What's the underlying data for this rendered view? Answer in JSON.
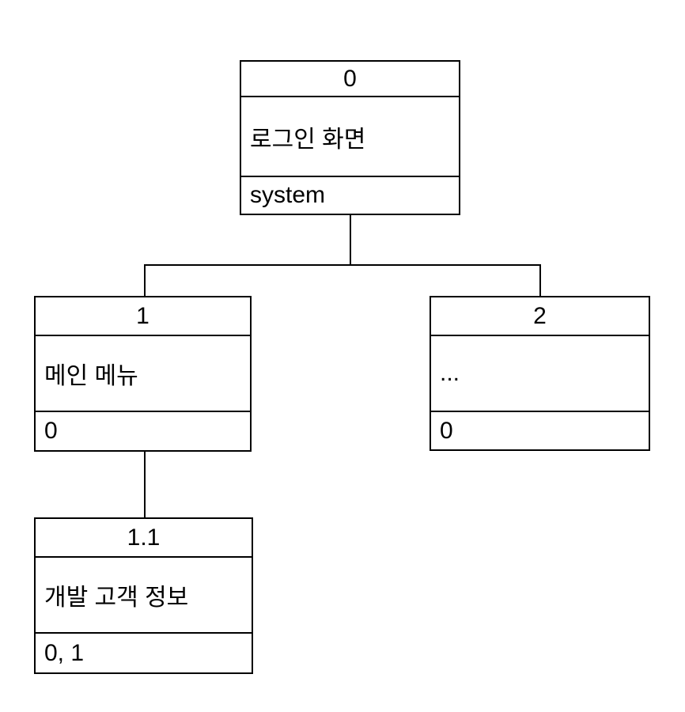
{
  "diagram": {
    "type": "screen-hierarchy-tree",
    "colors": {
      "line": "#000000",
      "background": "#ffffff",
      "text": "#000000"
    },
    "nodes": [
      {
        "id": "0",
        "label": "로그인 화면",
        "footer": "system"
      },
      {
        "id": "1",
        "label": "메인 메뉴",
        "footer": "0"
      },
      {
        "id": "2",
        "label": "...",
        "footer": "0"
      },
      {
        "id": "1.1",
        "label": "개발 고객 정보",
        "footer": "0, 1"
      }
    ],
    "edges": [
      {
        "from": "0",
        "to": "1"
      },
      {
        "from": "0",
        "to": "2"
      },
      {
        "from": "1",
        "to": "1.1"
      }
    ]
  }
}
